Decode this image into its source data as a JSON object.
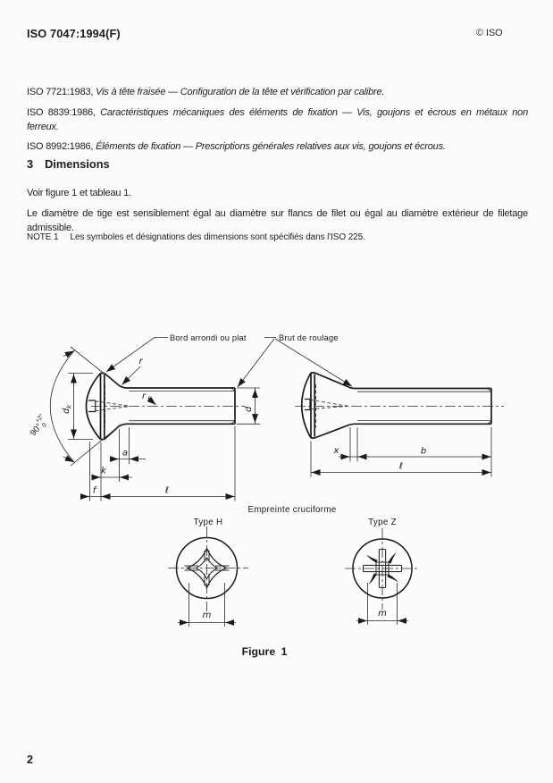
{
  "header": {
    "doc_number": "ISO 7047:1994(F)",
    "copyright": "© ISO"
  },
  "references": [
    {
      "ref": "ISO 7721:1983,",
      "title": "Vis à tête fraisée — Configuration de la tête et vérification par calibre."
    },
    {
      "ref": "ISO 8839:1986,",
      "title_1": "Caractéristiques mécaniques des éléments de fixation — Vis, goujons et écrous en métaux non",
      "title_2": "ferreux."
    },
    {
      "ref": "ISO 8992:1986,",
      "title": "Éléments de fixation — Prescriptions générales relatives aux vis, goujons et écrous."
    }
  ],
  "section": {
    "number": "3",
    "title": "Dimensions"
  },
  "paragraphs": {
    "see": "Voir figure 1 et tableau 1.",
    "shank_line1": "Le diamètre de tige est sensiblement égal au diamètre sur flancs de filet ou égal au diamètre extérieur de filetage",
    "shank_line2": "admissible.",
    "note_label": "NOTE 1",
    "note_text": "Les symboles et désignations des dimensions sont spécifiés dans l'ISO 225."
  },
  "figure": {
    "callout_edge": "Bord arrondi ou plat",
    "callout_thread": "Brut de roulage",
    "recess_title": "Empreinte cruciforme",
    "type_h": "Type H",
    "type_z": "Type Z",
    "caption": "Figure 1",
    "dims": {
      "angle_main": "90°",
      "angle_plus": "+2°",
      "angle_zero": "0",
      "dk_main": "d",
      "dk_sub": "k",
      "r": "r",
      "rf_main": "r",
      "rf_sub": "f",
      "d": "d",
      "a": "a",
      "k": "k",
      "f": "f",
      "l": "ℓ",
      "x": "x",
      "b": "b",
      "m": "m"
    }
  },
  "page_number": "2"
}
